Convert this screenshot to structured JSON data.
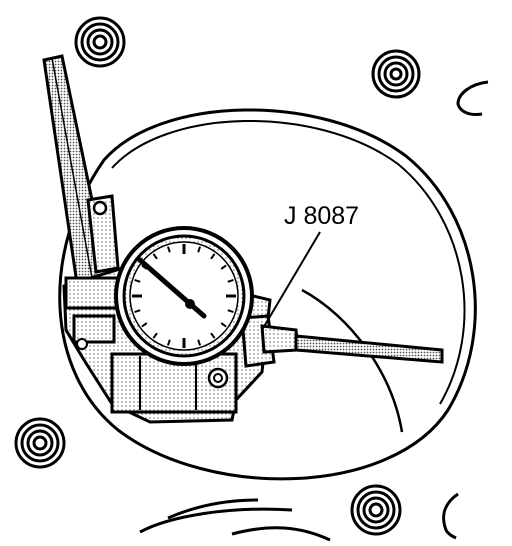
{
  "diagram": {
    "callout_label": "J 8087",
    "ink_color": "#000000",
    "shade_color": "#bdbdbd",
    "background_color": "#ffffff",
    "parts": [
      "dial-indicator",
      "measuring-plunger",
      "handle-bar",
      "mounting-fixture",
      "cylinder-bore",
      "head-bolt-holes"
    ]
  }
}
